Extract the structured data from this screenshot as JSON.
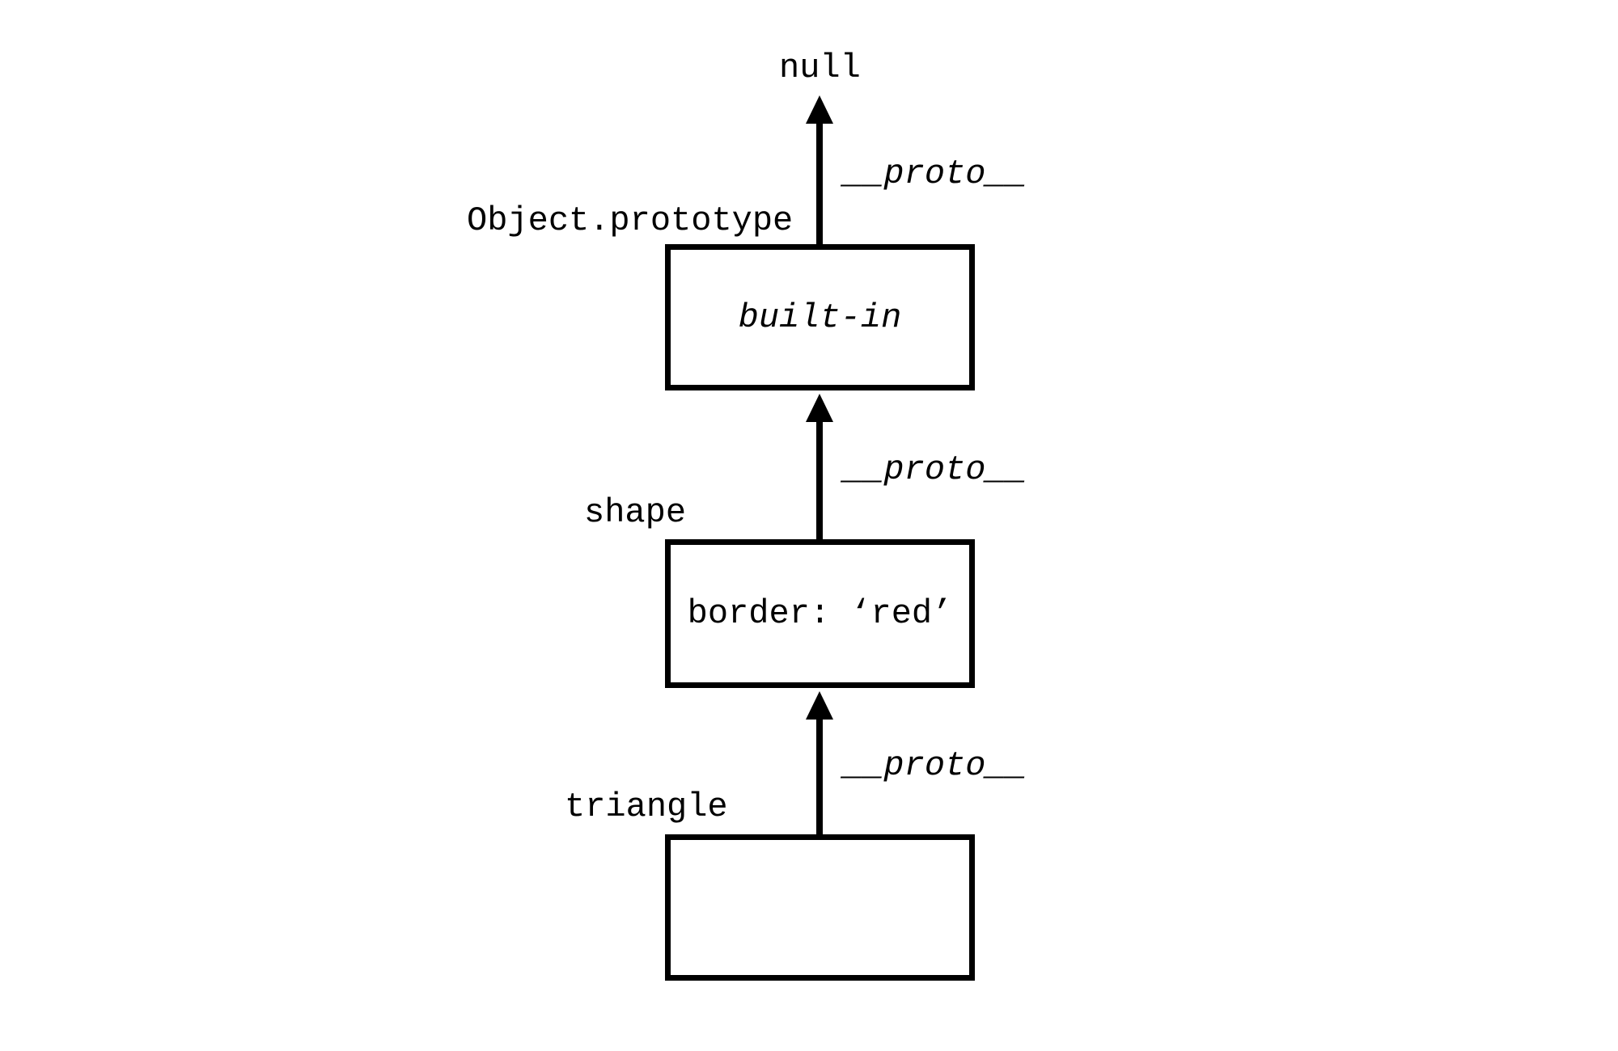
{
  "diagram": {
    "description": "JavaScript prototype chain diagram",
    "terminal": "null",
    "chain": [
      {
        "name": "Object.prototype",
        "box_content": "built-in",
        "box_content_style": "italic",
        "edge_label": "__proto__"
      },
      {
        "name": "shape",
        "box_content": "border: ‘red’",
        "box_content_style": "normal",
        "edge_label": "__proto__"
      },
      {
        "name": "triangle",
        "box_content": "",
        "box_content_style": "normal",
        "edge_label": "__proto__"
      }
    ],
    "colors": {
      "ink": "#000000",
      "background": "#ffffff"
    }
  }
}
